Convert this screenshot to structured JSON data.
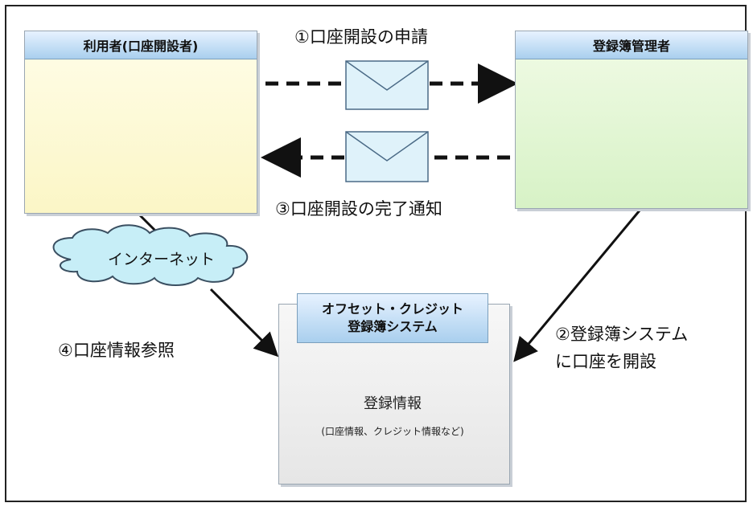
{
  "actors": {
    "user_label": "利用者(口座開設者)",
    "admin_label": "登録簿管理者"
  },
  "steps": {
    "step1": "①口座開設の申請",
    "step2_line1": "②登録簿システム",
    "step2_line2": "に口座を開設",
    "step3": "③口座開設の完了通知",
    "step4": "④口座情報参照"
  },
  "network": {
    "label": "インターネット"
  },
  "system": {
    "title_line1": "オフセット・クレジット",
    "title_line2": "登録簿システム",
    "db_main": "登録情報",
    "db_sub": "(口座情報、クレジット情報など)"
  },
  "colors": {
    "label_blue": "#a9cfee",
    "cloud": "#c7eef7",
    "user_bg": "#fbf6c6",
    "admin_bg": "#d7f2c6"
  }
}
